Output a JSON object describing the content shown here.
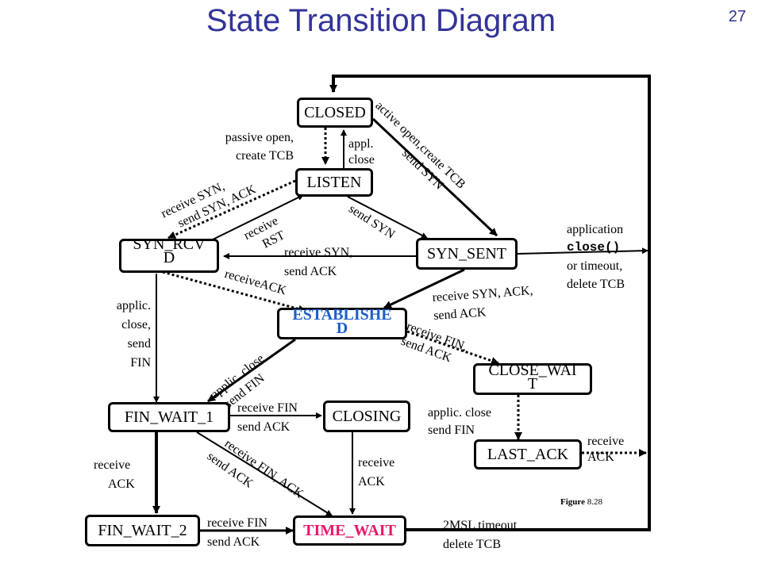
{
  "title": "State Transition Diagram",
  "page_number": "27",
  "figure": {
    "prefix": "Figure",
    "number": "8.28"
  },
  "states": {
    "closed": "CLOSED",
    "listen": "LISTEN",
    "syn_rcvd_1": "SYN_RCV",
    "syn_rcvd_2": "D",
    "syn_sent": "SYN_SENT",
    "established_1": "ESTABLISHE",
    "established_2": "D",
    "close_wait_1": "CLOSE_WAI",
    "close_wait_2": "T",
    "fin_wait_1": "FIN_WAIT_1",
    "closing": "CLOSING",
    "last_ack": "LAST_ACK",
    "fin_wait_2": "FIN_WAIT_2",
    "time_wait": "TIME_WAIT"
  },
  "labels": {
    "passive_open_1": "passive open,",
    "passive_open_2": "create TCB",
    "appl_close_1": "appl.",
    "appl_close_2": "close",
    "active_open_1": "active open,create TCB",
    "active_open_2": "send SYN",
    "rcv_syn_ack_1": "receive SYN,",
    "rcv_syn_ack_2": "send SYN, ACK",
    "rcv_rst_1": "receive",
    "rcv_rst_2": "RST",
    "send_syn": "send SYN",
    "sim_open_1": "receive SYN,",
    "sim_open_2": "send ACK",
    "app_close_1": "application",
    "app_close_2": "close()",
    "app_close_3": "or timeout,",
    "app_close_4": "delete TCB",
    "rcv_synack_1": "receive SYN, ACK,",
    "rcv_synack_2": "send ACK",
    "receive_ack": "receiveACK",
    "applic_close_1": "applic.",
    "applic_close_2": "close,",
    "applic_close_3": "send",
    "applic_close_4": "FIN",
    "est_close_1": "applic. close",
    "est_close_2": "send FIN",
    "rcv_fin_1": "receive FIN,",
    "rcv_fin_2": "send ACK",
    "cw_close_1": "applic. close",
    "cw_close_2": "send FIN",
    "fw1_fin_1": "receive FIN",
    "fw1_fin_2": "send ACK",
    "la_ack_1": "receive",
    "la_ack_2": "ACK",
    "fw1_ack_1": "receive",
    "fw1_ack_2": "ACK",
    "fw1_finack_1": "receive FIN, ACK",
    "fw1_finack_2": "send ACK",
    "closing_ack_1": "receive",
    "closing_ack_2": "ACK",
    "fw2_fin_1": "receive FIN",
    "fw2_fin_2": "send ACK",
    "msl_1": "2MSL timeout",
    "msl_2": "delete TCB"
  }
}
